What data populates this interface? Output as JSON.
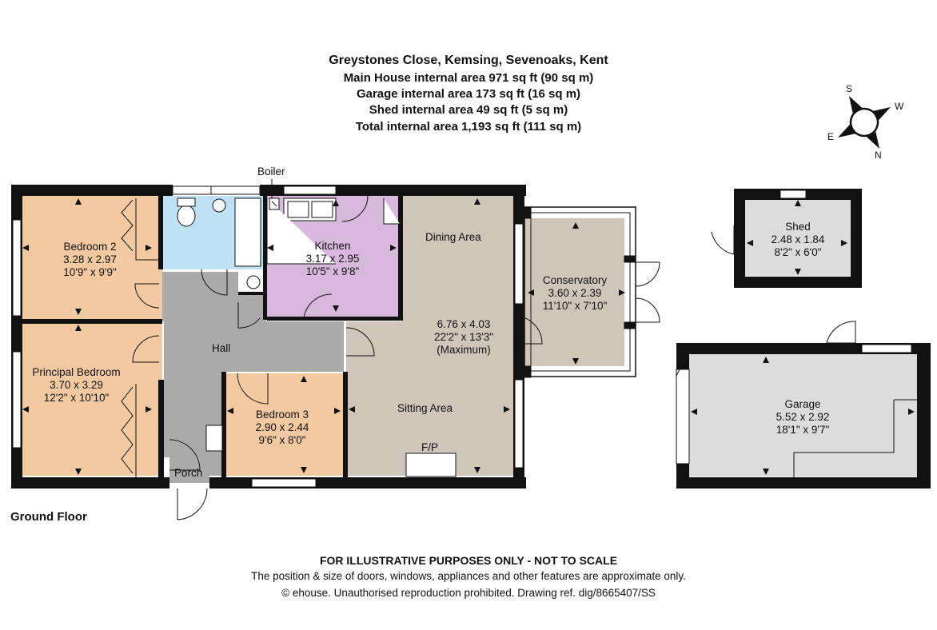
{
  "header": {
    "title": "Greystones Close, Kemsing, Sevenoaks, Kent",
    "main_area": "Main House internal area 971 sq ft (90 sq m)",
    "garage_area": "Garage internal area 173 sq ft (16 sq m)",
    "shed_area": "Shed internal area 49 sq ft (5 sq m)",
    "total_area": "Total internal area 1,193 sq ft (111 sq m)"
  },
  "compass": {
    "s": "S",
    "w": "W",
    "e": "E",
    "n": "N"
  },
  "colors": {
    "wall": "#111111",
    "bedroom": "#f2c9a0",
    "bathroom": "#bfe1f5",
    "kitchen": "#d9b8dd",
    "hall": "#aaaaaa",
    "living": "#cfc5b8",
    "garage": "#dcdcdc"
  },
  "rooms": {
    "bedroom2": {
      "name": "Bedroom 2",
      "metric": "3.28 x 2.97",
      "imperial": "10'9\" x 9'9\""
    },
    "principal": {
      "name": "Principal Bedroom",
      "metric": "3.70 x 3.29",
      "imperial": "12'2\" x 10'10\""
    },
    "kitchen": {
      "name": "Kitchen",
      "metric": "3.17 x 2.95",
      "imperial": "10'5\" x 9'8\""
    },
    "hall": {
      "name": "Hall"
    },
    "bedroom3": {
      "name": "Bedroom 3",
      "metric": "2.90 x 2.44",
      "imperial": "9'6\" x 8'0\""
    },
    "porch": {
      "name": "Porch"
    },
    "dining": {
      "name": "Dining Area"
    },
    "living": {
      "metric": "6.76 x 4.03",
      "imperial": "22'2\" x 13'3\"",
      "note": "(Maximum)"
    },
    "sitting": {
      "name": "Sitting Area"
    },
    "fireplace": {
      "name": "F/P"
    },
    "conservatory": {
      "name": "Conservatory",
      "metric": "3.60 x 2.39",
      "imperial": "11'10\" x 7'10\""
    },
    "shed": {
      "name": "Shed",
      "metric": "2.48 x 1.84",
      "imperial": "8'2\" x 6'0\""
    },
    "garage": {
      "name": "Garage",
      "metric": "5.52 x 2.92",
      "imperial": "18'1\" x 9'7\""
    }
  },
  "boiler_label": "Boiler",
  "floor_label": "Ground Floor",
  "footer": {
    "disclaimer": "FOR ILLUSTRATIVE PURPOSES ONLY - NOT TO SCALE",
    "note": "The position & size of doors, windows, appliances and other features are approximate only.",
    "copyright": "© ehouse. Unauthorised reproduction prohibited. Drawing ref. dig/8665407/SS"
  }
}
